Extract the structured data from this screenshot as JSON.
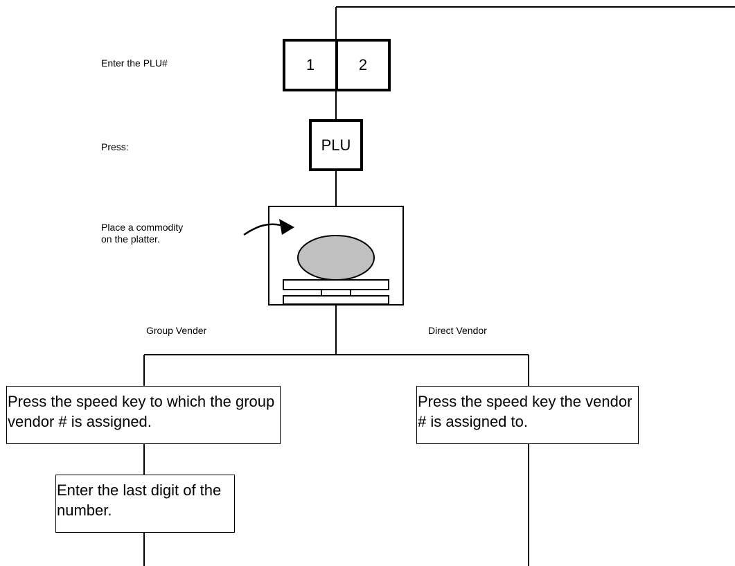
{
  "steps": {
    "enter_plu_label": "Enter the PLU#",
    "press_label": "Press:",
    "place_commodity_label": "Place a commodity\non the platter."
  },
  "keys": {
    "digit_1": "1",
    "digit_2": "2",
    "plu_key": "PLU"
  },
  "branches": {
    "group_label": "Group Vender",
    "direct_label": "Direct Vendor",
    "group_speed_key_text": "Press the speed key to which the group vendor # is assigned.",
    "direct_speed_key_text": "Press the speed key the vendor # is assigned to.",
    "last_digit_text": "Enter the last digit of the number."
  },
  "colors": {
    "line": "#000000",
    "commodity_fill": "#c0c0c0",
    "background": "#ffffff"
  }
}
